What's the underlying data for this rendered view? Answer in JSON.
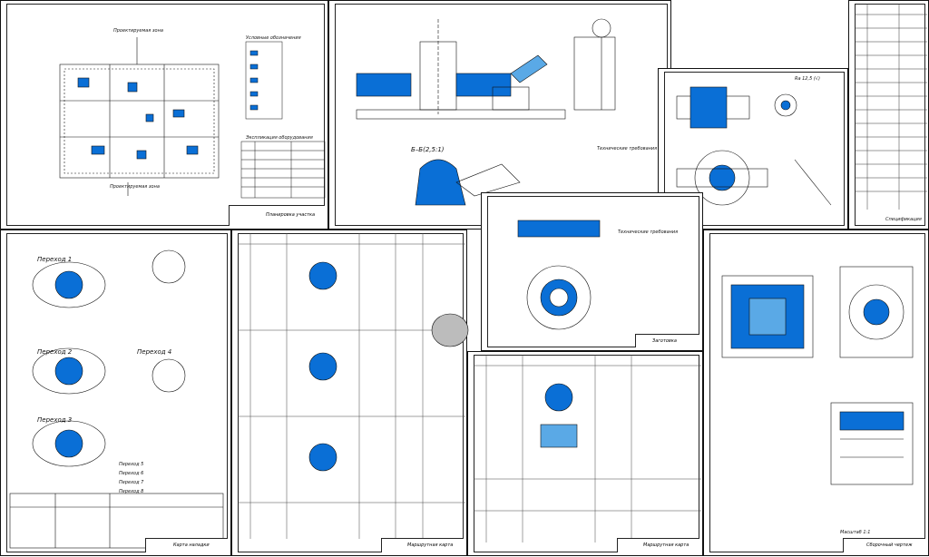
{
  "sheets": {
    "layout": {
      "title": "Планировка участка",
      "labels": [
        "Проектируемая зона",
        "Проектируемая зона"
      ],
      "legend_title": "Условные обозначения",
      "equipment_title": "Экспликация оборудования"
    },
    "fixture": {
      "section": "Б–Б(2,5:1)",
      "notes_title": "Технические требования"
    },
    "part": {
      "title": "Сборочный чертеж",
      "note": "Ra 12,5 (√)"
    },
    "spec": {
      "title": "Спецификация"
    },
    "blank": {
      "title": "Заготовка",
      "notes_title": "Технические требования"
    },
    "ops": {
      "title": "Карта наладки",
      "perehods": [
        "Переход 1",
        "Переход 2",
        "Переход 3",
        "Переход 4",
        "Переход 5",
        "Переход 6",
        "Переход 7",
        "Переход 8"
      ]
    },
    "route": {
      "title": "Маршрутная карта"
    },
    "route2": {
      "title": "Маршрутная карта"
    },
    "assembly": {
      "title": "Сборочный чертеж",
      "scale": "Масштаб 1:1"
    }
  },
  "colors": {
    "accent": "#0a6fd6",
    "ink": "#111111",
    "grid": "#444444"
  }
}
